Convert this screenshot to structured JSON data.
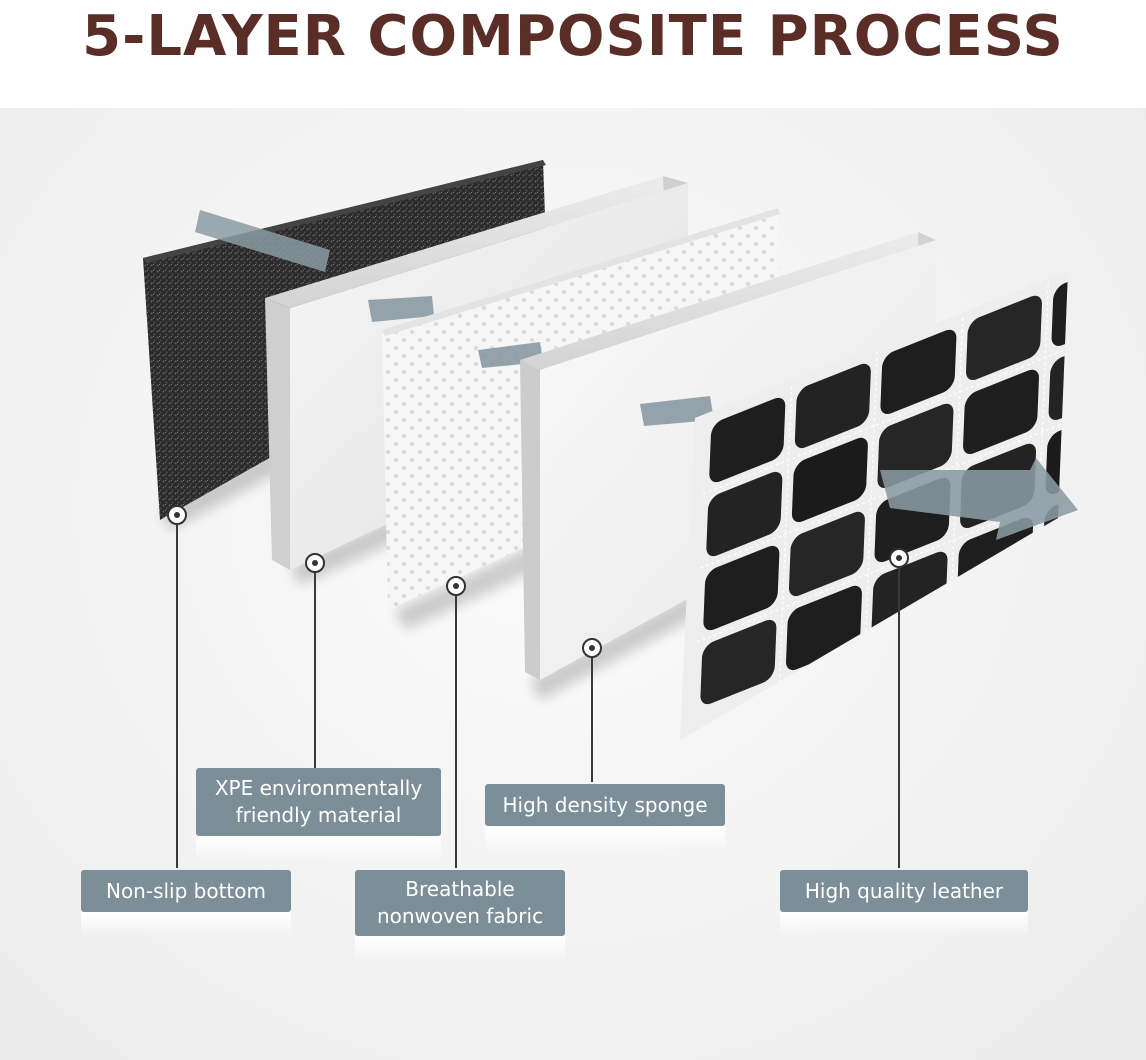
{
  "title": "5-LAYER COMPOSITE PROCESS",
  "layers": [
    {
      "id": "nonslip",
      "label_lines": [
        "Non-slip bottom"
      ]
    },
    {
      "id": "xpe",
      "label_lines": [
        "XPE environmentally",
        "friendly material"
      ]
    },
    {
      "id": "nonwoven",
      "label_lines": [
        "Breathable",
        "nonwoven fabric"
      ]
    },
    {
      "id": "sponge",
      "label_lines": [
        "High density sponge"
      ]
    },
    {
      "id": "leather",
      "label_lines": [
        "High quality leather"
      ]
    }
  ],
  "colors": {
    "title": "#5a2d27",
    "label_bg": "#7c8e98",
    "label_text": "#ffffff",
    "arrow": "#8a9aa3",
    "leader": "#3a3a3a"
  }
}
